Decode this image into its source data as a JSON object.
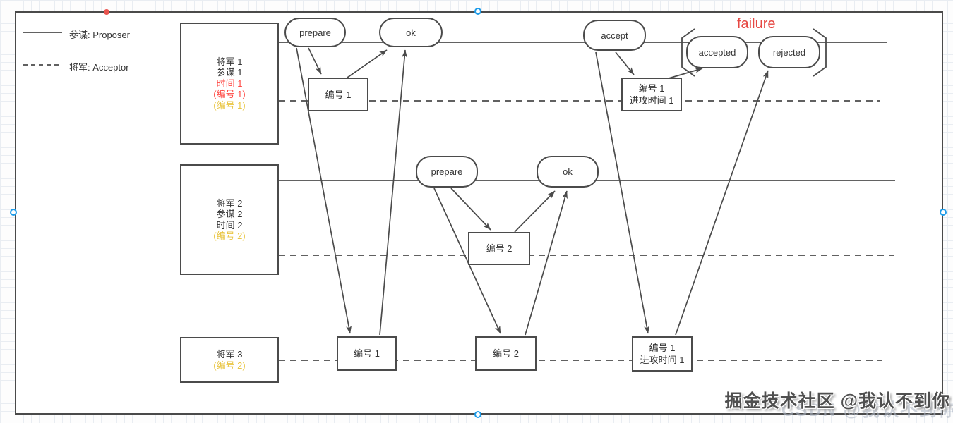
{
  "colors": {
    "stroke": "#4b4b4b",
    "red_text": "#ff4a45",
    "yellow_text": "#e9c645",
    "failure_red": "#e64843",
    "handle_blue": "#1e9ce9",
    "connection_dot_red": "#e8534e"
  },
  "legend": {
    "proposer_label": "参谋: Proposer",
    "acceptor_label": "将军: Acceptor"
  },
  "failure_label": "failure",
  "generals": {
    "g1": {
      "l1": "将军 1",
      "l2": "参谋 1",
      "l3": "时间 1",
      "l4": "(编号 1)",
      "l5": "(编号 1)"
    },
    "g2": {
      "l1": "将军 2",
      "l2": "参谋 2",
      "l3": "时间 2",
      "l4": "(编号 2)"
    },
    "g3": {
      "l1": "将军 3",
      "l2": "(编号 2)"
    }
  },
  "events": {
    "prepare1": "prepare",
    "ok1": "ok",
    "accept": "accept",
    "accepted": "accepted",
    "rejected": "rejected",
    "prepare2": "prepare",
    "ok2": "ok"
  },
  "messages": {
    "m1": {
      "l1": "编号 1"
    },
    "m2": {
      "l1": "编号 1",
      "l2": "进攻时间 1"
    },
    "m3": {
      "l1": "编号 2"
    },
    "m4": {
      "l1": "编号 1"
    },
    "m5": {
      "l1": "编号 2"
    },
    "m6": {
      "l1": "编号 1",
      "l2": "进攻时间 1"
    }
  },
  "watermark": {
    "front": "掘金技术社区 @我认不到你",
    "back": "CSDN @我认不到你"
  }
}
